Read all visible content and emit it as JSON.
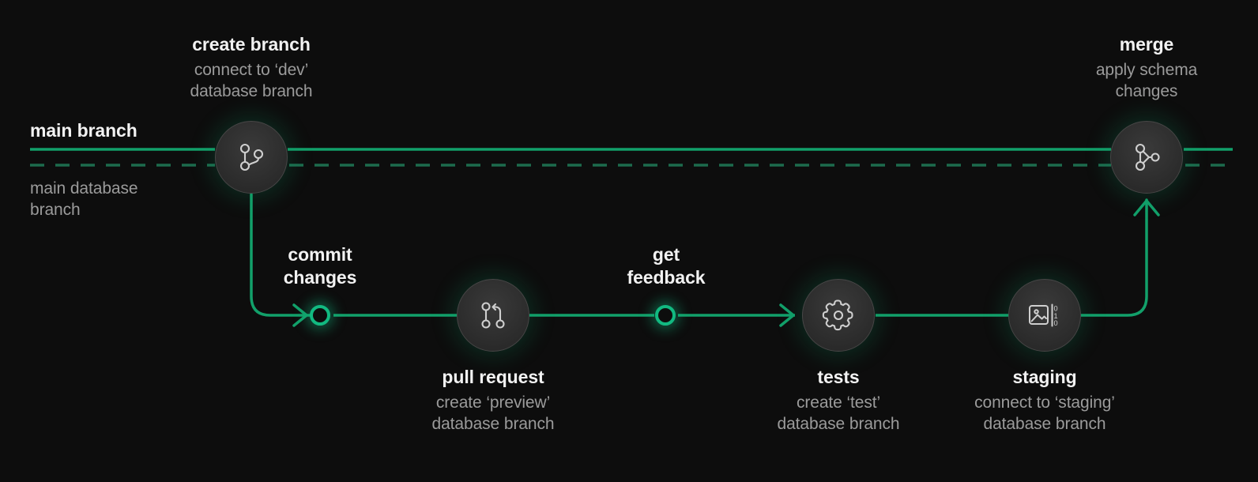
{
  "theme": {
    "background": "#0d0d0d",
    "accent_line": "#12a06a",
    "accent_dashed": "#1d6b4d",
    "accent_ring": "#12b981",
    "title_color": "#f2f2f2",
    "subtitle_color": "#9b9b9b",
    "node_border": "#474747"
  },
  "axis_labels": {
    "main_branch": "main branch",
    "main_database_branch_line1": "main database",
    "main_database_branch_line2": "branch"
  },
  "nodes": [
    {
      "id": "create-branch",
      "icon": "git-branch-icon",
      "title": "create branch",
      "sub_line1": "connect to ‘dev’",
      "sub_line2": "database branch",
      "label_position": "above"
    },
    {
      "id": "merge",
      "icon": "git-merge-icon",
      "title": "merge",
      "sub_line1": "apply schema",
      "sub_line2": "changes",
      "label_position": "above"
    },
    {
      "id": "pull-request",
      "icon": "git-pull-request-icon",
      "title": "pull request",
      "sub_line1": "create ‘preview’",
      "sub_line2": "database branch",
      "label_position": "below"
    },
    {
      "id": "tests",
      "icon": "gear-icon",
      "title": "tests",
      "sub_line1": "create ‘test’",
      "sub_line2": "database branch",
      "label_position": "below"
    },
    {
      "id": "staging",
      "icon": "image-data-icon",
      "title": "staging",
      "sub_line1": "connect to ‘staging’",
      "sub_line2": "database branch",
      "label_position": "below"
    }
  ],
  "milestones": [
    {
      "id": "commit-changes",
      "marker": "green-ring",
      "title_line1": "commit",
      "title_line2": "changes"
    },
    {
      "id": "get-feedback",
      "marker": "green-ring",
      "title_line1": "get",
      "title_line2": "feedback"
    }
  ],
  "icon_glyphs": {
    "staging_digits_line1": "0",
    "staging_digits_line2": "1",
    "staging_digits_line3": "0"
  }
}
